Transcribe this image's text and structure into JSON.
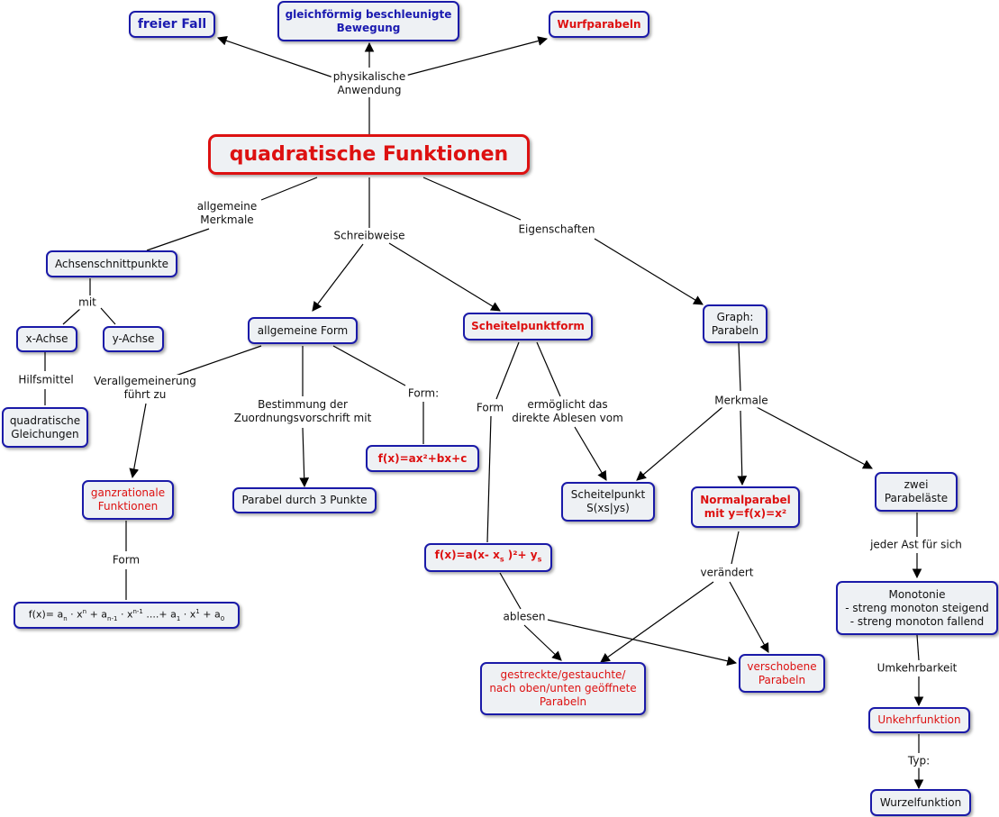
{
  "colors": {
    "border": "#1a1aa8",
    "root_border": "#dd1111",
    "node_fill": "#eef1f4",
    "red_text": "#dd1111",
    "blue_text": "#1a1ab0"
  },
  "nodes": {
    "root": "quadratische Funktionen",
    "freier_fall": "freier Fall",
    "gleichfoermig": "gleichförmig beschleunigte\nBewegung",
    "wurfparabeln": "Wurfparabeln",
    "achsenschnittpunkte": "Achsenschnittpunkte",
    "x_achse": "x-Achse",
    "y_achse": "y-Achse",
    "quadratische_gleichungen": "quadratische\nGleichungen",
    "allgemeine_form": "allgemeine Form",
    "scheitelpunktform": "Scheitelpunktform",
    "graph_parabeln": "Graph:\nParabeln",
    "ganzrationale": "ganzrationale\nFunktionen",
    "parabel_3_punkte": "Parabel durch 3 Punkte",
    "f_allgemein": "f(x)=ax²+bx+c",
    "scheitelpunkt": "Scheitelpunkt\nS(xs|ys)",
    "normalparabel": "Normalparabel\nmit y=f(x)=x²",
    "zwei_parabelaeste": "zwei\nParabeläste",
    "gestreckte": "gestreckte/gestauchte/\nnach oben/unten geöffnete\nParabeln",
    "verschobene": "verschobene\nParabeln",
    "monotonie": "Monotonie\n- streng monoton steigend\n- streng monoton fallend",
    "umkehrfunktion": "Unkehrfunktion",
    "wurzelfunktion": "Wurzelfunktion"
  },
  "formula_ganzrational": {
    "prefix": "f(x)= a",
    "s1": "n",
    "p1": " · x",
    "e1": "n",
    "p2": " + a",
    "s2": "n-1",
    "p3": " · x",
    "e2": "n-1",
    "p4": " ....+ a",
    "s3": "1",
    "p5": " · x",
    "e3": "1",
    "p6": " + a",
    "s4": "0"
  },
  "formula_scheitel": {
    "part1": "f(x)=a(x- x",
    "sub1": "s",
    "part2": " )²+ y",
    "sub2": "s"
  },
  "labels": {
    "physikalische_anwendung": "physikalische\nAnwendung",
    "allgemeine_merkmale": "allgemeine\nMerkmale",
    "schreibweise": "Schreibweise",
    "eigenschaften": "Eigenschaften",
    "mit": "mit",
    "hilfsmittel": "Hilfsmittel",
    "verallgemeinerung": "Verallgemeinerung\nführt zu",
    "bestimmung": "Bestimmung der\nZuordnungsvorschrift mit",
    "form_colon": "Form:",
    "form_ganz": "Form",
    "form_scheitel": "Form",
    "ermoeglicht": "ermöglicht das\ndirekte Ablesen vom",
    "merkmale": "Merkmale",
    "ablesen": "ablesen",
    "veraendert": "verändert",
    "jeder_ast": "jeder Ast für sich",
    "umkehrbarkeit": "Umkehrbarkeit",
    "typ": "Typ:"
  }
}
